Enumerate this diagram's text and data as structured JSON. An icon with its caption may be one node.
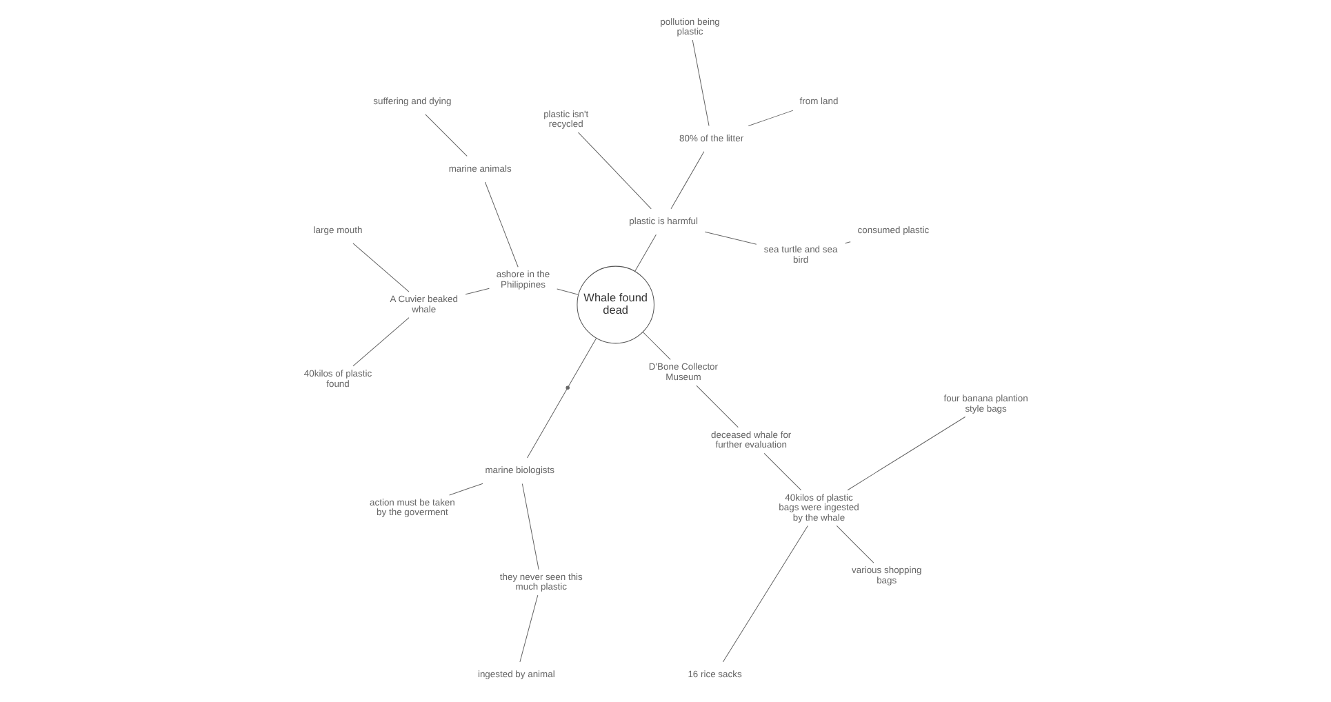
{
  "diagram": {
    "nodes": [
      {
        "text": [
          "Whale found dead"
        ]
      },
      {
        "text": [
          "plastic is harmful"
        ]
      },
      {
        "text": [
          "sea turtle and sea bird"
        ]
      },
      {
        "text": [
          "consumed plastic"
        ]
      },
      {
        "text": [
          "80% of the litter"
        ]
      },
      {
        "text": [
          "from land"
        ]
      },
      {
        "text": [
          "pollution being plastic"
        ]
      },
      {
        "text": [
          "plastic isn't recycled"
        ]
      },
      {
        "text": [
          "ashore in the Philippines"
        ]
      },
      {
        "text": [
          "marine animals"
        ]
      },
      {
        "text": [
          "suffering and dying"
        ]
      },
      {
        "text": [
          "A Cuvier beaked whale"
        ]
      },
      {
        "text": [
          "large mouth"
        ]
      },
      {
        "text": [
          "40kilos of plastic found"
        ]
      },
      {
        "text": [],
        "shape": "point"
      },
      {
        "text": [
          "marine biologists"
        ]
      },
      {
        "text": [
          "action must be taken by the goverment"
        ]
      },
      {
        "text": [
          "they never seen this much plastic"
        ]
      },
      {
        "text": [
          "ingested by animal"
        ]
      },
      {
        "text": [
          "D'Bone Collector Museum"
        ]
      },
      {
        "text": [
          "deceased whale for further evaluation"
        ]
      },
      {
        "text": [
          "40kilos of plastic bags were ingested by the whale"
        ]
      },
      {
        "text": [
          "16 rice sacks"
        ]
      },
      {
        "text": [
          "various shopping bags"
        ]
      },
      {
        "text": [
          "four banana plantion style bags"
        ]
      }
    ],
    "edges": [
      {
        "from": 0,
        "to": 1,
        "arrow": "none"
      },
      {
        "from": 1,
        "to": 2,
        "arrow": "none"
      },
      {
        "from": 2,
        "to": 3,
        "arrow": "none"
      },
      {
        "from": 1,
        "to": 4,
        "arrow": "none"
      },
      {
        "from": 4,
        "to": 5,
        "arrow": "none"
      },
      {
        "from": 4,
        "to": 6,
        "arrow": "none"
      },
      {
        "from": 1,
        "to": 7,
        "arrow": "none"
      },
      {
        "from": 0,
        "to": 8,
        "arrow": "none"
      },
      {
        "from": 8,
        "to": 9,
        "arrow": "none"
      },
      {
        "from": 9,
        "to": 10,
        "arrow": "none"
      },
      {
        "from": 8,
        "to": 11,
        "arrow": "none"
      },
      {
        "from": 11,
        "to": 12,
        "arrow": "none"
      },
      {
        "from": 11,
        "to": 13,
        "arrow": "none"
      },
      {
        "from": 0,
        "to": 14,
        "arrow": "none"
      },
      {
        "from": 14,
        "to": 15,
        "arrow": "none"
      },
      {
        "from": 15,
        "to": 16,
        "arrow": "none"
      },
      {
        "from": 15,
        "to": 17,
        "arrow": "none"
      },
      {
        "from": 17,
        "to": 18,
        "arrow": "none"
      },
      {
        "from": 0,
        "to": 19,
        "arrow": "none"
      },
      {
        "from": 19,
        "to": 20,
        "arrow": "none"
      },
      {
        "from": 20,
        "to": 21,
        "arrow": "none"
      },
      {
        "from": 21,
        "to": 22,
        "arrow": "none"
      },
      {
        "from": 21,
        "to": 23,
        "arrow": "none"
      },
      {
        "from": 21,
        "to": 24,
        "arrow": "none"
      }
    ]
  }
}
